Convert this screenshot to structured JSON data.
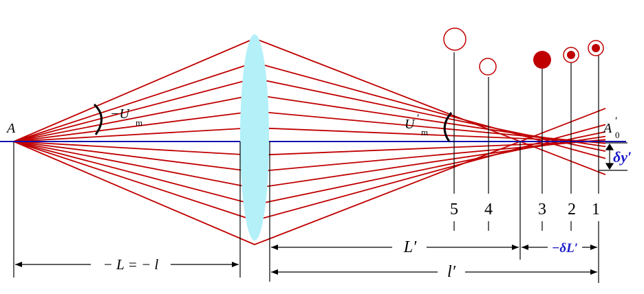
{
  "colors": {
    "ray": "#c00000",
    "axis": "#1010b0",
    "lens": "#b3f0f8",
    "ink": "#000000",
    "blue_label": "#1a1acc"
  },
  "labels": {
    "object_point": "A",
    "image_point": "A",
    "image_point_prime": "′",
    "image_point_sub": "0",
    "object_aperture_angle": "−U",
    "object_aperture_sub": "m",
    "image_aperture_angle": "U",
    "image_aperture_prime": "′",
    "image_aperture_sub": "m",
    "transverse_aberration": "δy′",
    "focal_distance": "L′",
    "longitudinal_aberration": "−δL′",
    "image_distance": "l′",
    "object_distance": "− L  =  − l"
  },
  "planes": [
    {
      "label": "5",
      "spot": "large-open"
    },
    {
      "label": "4",
      "spot": "small-open"
    },
    {
      "label": "3",
      "spot": "filled"
    },
    {
      "label": "2",
      "spot": "ring-dot"
    },
    {
      "label": "1",
      "spot": "ring-dot"
    }
  ]
}
